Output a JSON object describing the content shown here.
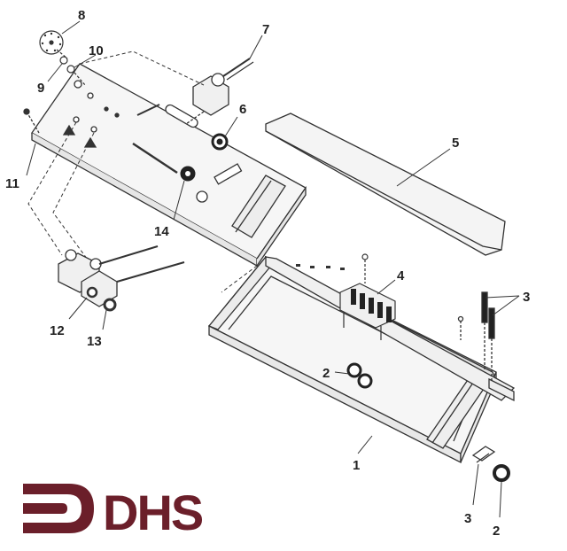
{
  "callouts": {
    "c1": "1",
    "c2a": "2",
    "c2b": "2",
    "c3a": "3",
    "c3b": "3",
    "c4": "4",
    "c5": "5",
    "c6": "6",
    "c7": "7",
    "c8": "8",
    "c9": "9",
    "c10": "10",
    "c11": "11",
    "c12": "12",
    "c13": "13",
    "c14": "14"
  },
  "logo": {
    "text": "DHS",
    "color": "#6b1f2a"
  },
  "colors": {
    "line": "#333333",
    "fill": "#f2f2f2",
    "dark": "#1a1a1a"
  }
}
